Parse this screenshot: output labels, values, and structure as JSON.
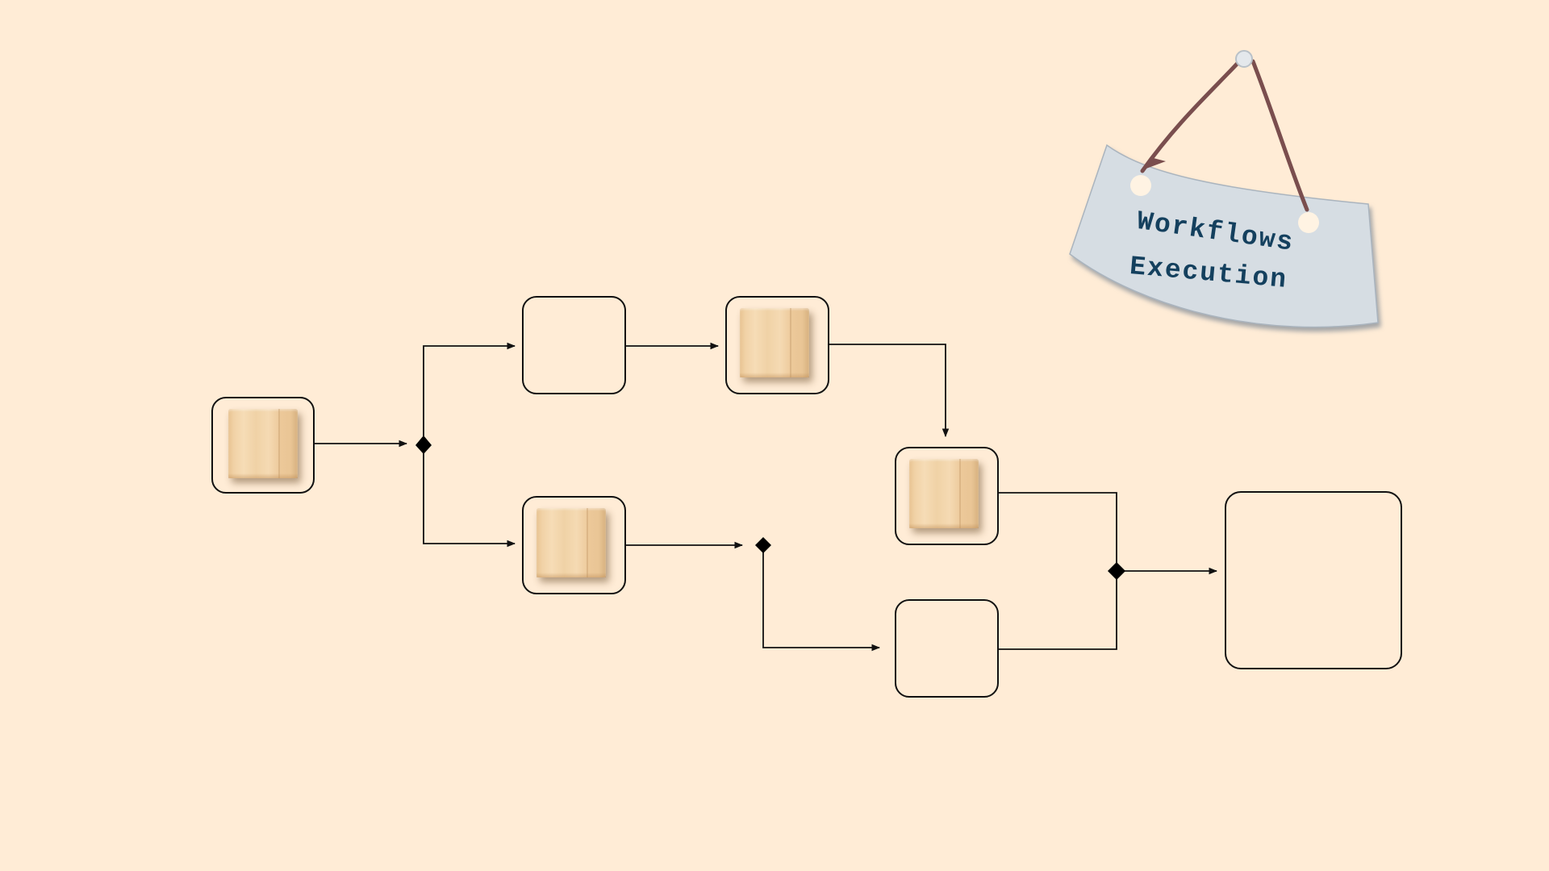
{
  "sign": {
    "line1": "Workflows",
    "line2": "Execution"
  },
  "colors": {
    "background": "#ffecd6",
    "node_border": "#111111",
    "sign_paper": "#d6dde3",
    "sign_text": "#14405e",
    "string": "#7a4e4e"
  },
  "diagram": {
    "nodes": [
      {
        "name": "start-node",
        "filled": true
      },
      {
        "name": "upper-branch-node-1",
        "filled": false
      },
      {
        "name": "upper-branch-node-2",
        "filled": true
      },
      {
        "name": "lower-branch-node-1",
        "filled": true
      },
      {
        "name": "merge-input-node-upper",
        "filled": true
      },
      {
        "name": "merge-input-node-lower",
        "filled": false
      },
      {
        "name": "final-output-node",
        "filled": false
      }
    ],
    "gateways": [
      "split-gateway",
      "lower-gateway",
      "merge-gateway"
    ]
  }
}
